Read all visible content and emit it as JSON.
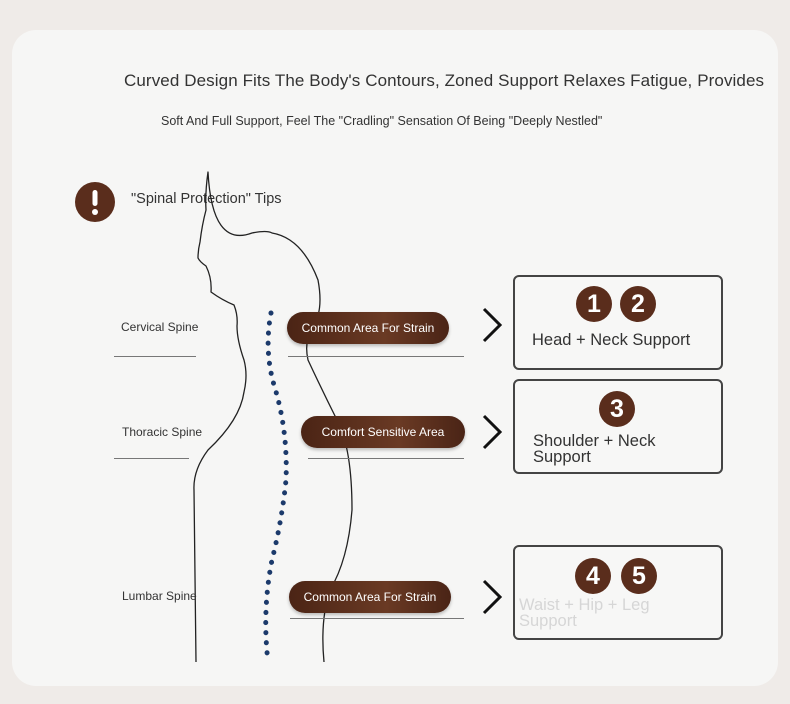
{
  "header": {
    "headline": "Curved Design Fits The Body's Contours, Zoned Support Relaxes Fatigue, Provides",
    "subline": "Soft And Full Support, Feel The \"Cradling\" Sensation Of Being \"Deeply Nestled\""
  },
  "tips": {
    "title": "\"Spinal Protection\" Tips",
    "icon": "exclamation-icon"
  },
  "spine_labels": {
    "cervical": "Cervical Spine",
    "thoracic": "Thoracic Spine",
    "lumbar": "Lumbar Spine"
  },
  "areas": {
    "cervical": "Common Area For Strain",
    "thoracic": "Comfort Sensitive Area",
    "lumbar": "Common Area For Strain"
  },
  "supports": {
    "head": {
      "numbers": [
        "1",
        "2"
      ],
      "label": "Head + Neck Support"
    },
    "shoulder": {
      "numbers": [
        "3"
      ],
      "label": "Shoulder + Neck Support"
    },
    "waist": {
      "numbers": [
        "4",
        "5"
      ],
      "label": "Waist + Hip + Leg Support"
    }
  },
  "colors": {
    "accent_brown": "#5a2d1c",
    "spine_dots": "#1c3a6b",
    "card_bg": "#f6f6f5",
    "page_bg": "#efebe8"
  }
}
